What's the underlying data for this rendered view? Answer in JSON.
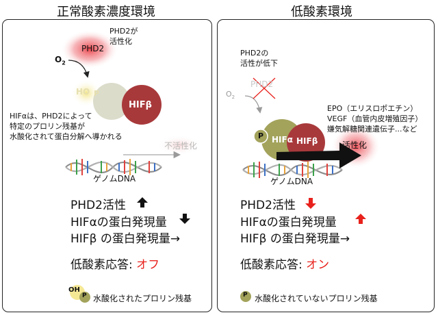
{
  "headers": {
    "left": "正常酸素濃度環境",
    "right": "低酸素環境"
  },
  "left": {
    "phd2_active_l1": "PHD2が",
    "phd2_active_l2": "活性化",
    "o2": "O",
    "o2_sub": "2",
    "phd2": "PHD2",
    "ho": "HO",
    "p": "P",
    "hif_beta": "HIFβ",
    "note": [
      "HIFαは、PHD2によって",
      "特定のプロリン残基が",
      "水酸化されて蛋白分解へ導かれる"
    ],
    "inactive": "不活性化",
    "genome": "ゲノムDNA",
    "line1": "PHD2活性",
    "line2": "HIFαの蛋白発現量",
    "line3": "HIFβ の蛋白発現量→",
    "response_label": "低酸素応答: ",
    "response_value": "オフ",
    "legend": "水酸化されたプロリン残基",
    "legend_oh": "OH",
    "legend_p": "P"
  },
  "right": {
    "phd2_low_l1": "PHD2の",
    "phd2_low_l2": "活性が低下",
    "phd2": "PHD2",
    "o2": "O",
    "o2_sub": "2",
    "p": "P",
    "hif_alpha": "HIFα",
    "hif_beta": "HIFβ",
    "genes": [
      "EPO（エリスロポエチン）",
      "VEGF（血管内皮増殖因子）",
      "嫌気解糖関連遺伝子...など"
    ],
    "activation": "活性化",
    "genome": "ゲノムDNA",
    "line1": "PHD2活性",
    "line2": "HIFαの蛋白発現量",
    "line3": "HIFβ の蛋白発現量→",
    "response_label": "低酸素応答: ",
    "response_value": "オン",
    "legend": "水酸化されていないプロリン残基",
    "legend_p": "P"
  },
  "colors": {
    "hif_beta": "#a8393b",
    "hif_alpha": "#a3a35c",
    "phd2_glow": "#e8323a",
    "arrow_red": "#e8211c",
    "faded": "#d9d9cc"
  }
}
